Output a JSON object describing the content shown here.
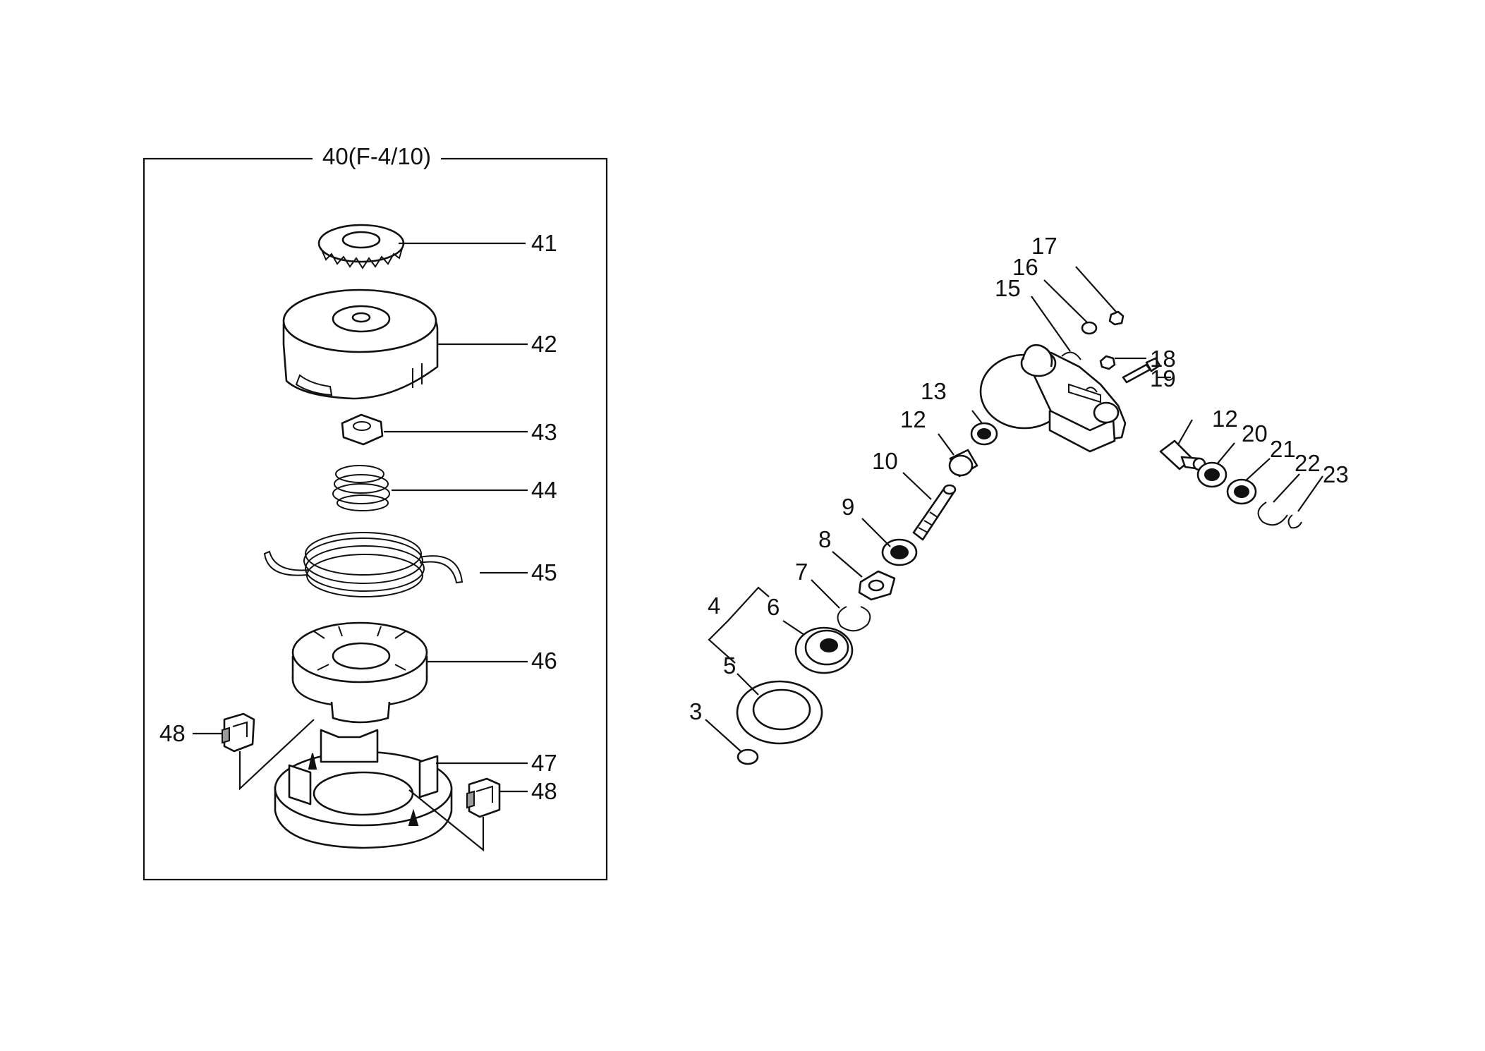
{
  "inset": {
    "title": "40(F-4/10)",
    "labels": {
      "p41": "41",
      "p42": "42",
      "p43": "43",
      "p44": "44",
      "p45": "45",
      "p46": "46",
      "p47": "47",
      "p48a": "48",
      "p48b": "48"
    }
  },
  "gearcase": {
    "labels": {
      "p3": "3",
      "p4": "4",
      "p5": "5",
      "p6": "6",
      "p7": "7",
      "p8": "8",
      "p9": "9",
      "p10": "10",
      "p12a": "12",
      "p12b": "12",
      "p13": "13",
      "p15": "15",
      "p16": "16",
      "p17": "17",
      "p18": "18",
      "p19": "19",
      "p20": "20",
      "p21": "21",
      "p22": "22",
      "p23": "23"
    }
  }
}
